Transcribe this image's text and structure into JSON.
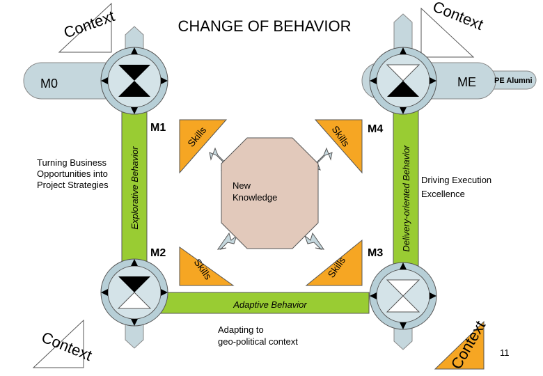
{
  "title": "CHANGE OF BEHAVIOR",
  "nodes": {
    "m0": "M0",
    "me": "ME",
    "pe_alumni": "PE Alumni",
    "m1": "M1",
    "m2": "M2",
    "m3": "M3",
    "m4": "M4"
  },
  "context_label": "Context",
  "skills_label": "Skills",
  "center_label": [
    "New",
    "Knowledge"
  ],
  "bars": {
    "explorative": "Explorative Behavior",
    "delivery": "Delivery-oriented Behavior",
    "adaptive": "Adaptive Behavior"
  },
  "notes": {
    "left": [
      "Turning Business",
      "Opportunities into",
      "Project Strategies"
    ],
    "right": [
      "Driving Execution",
      "Excellence"
    ],
    "bottom": [
      "Adapting to",
      "geo-political context"
    ]
  },
  "page_number": "11",
  "colors": {
    "green": "#99cc33",
    "orange": "#f6a623",
    "octagon": "#e2c9bb",
    "hub": "#b7cfd7",
    "hub_ring": "#d4e3e8",
    "tab": "#c5d7dd"
  }
}
